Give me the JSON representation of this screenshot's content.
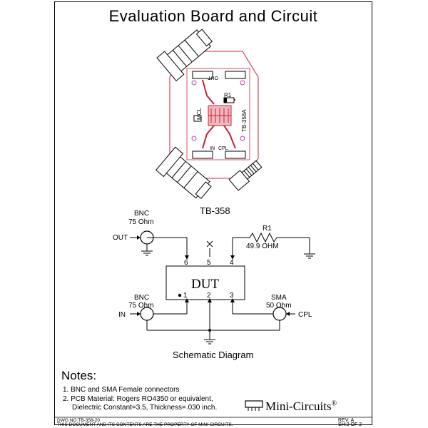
{
  "title": "Evaluation Board and Circuit",
  "board": {
    "label": "TB-358",
    "silk_out": "OUT",
    "silk_r1": "R1",
    "silk_mcl": "MCL",
    "silk_tb": "TB-358A",
    "silk_in": "IN",
    "silk_cpl": "CPL"
  },
  "schematic": {
    "caption": "Schematic Diagram",
    "dut_label": "DUT",
    "pins": [
      "1",
      "2",
      "3",
      "4",
      "5",
      "6"
    ],
    "out_connector": {
      "type": "BNC",
      "impedance": "75 Ohm",
      "port": "OUT"
    },
    "in_connector": {
      "type": "BNC",
      "impedance": "75 Ohm",
      "port": "IN"
    },
    "cpl_connector": {
      "type": "SMA",
      "impedance": "50 Ohm",
      "port": "CPL"
    },
    "resistor": {
      "name": "R1",
      "value": "49.9 OHM"
    }
  },
  "notes": {
    "heading": "Notes:",
    "items": [
      "1. BNC and SMA Female connectors",
      "2. PCB Material: Rogers RO4350 or equivalent,",
      "Dielectric Constant=3.5, Thickness=.030 inch."
    ]
  },
  "logo": {
    "text": "Mini-Circuits",
    "mark": "®"
  },
  "footer": {
    "dwg_no": "DWG NO:TB-358-20",
    "property": "THIS DOCUMENT AND ITS CONTENTS ARE THE PROPERTY OF MINI-CIRCUITS.",
    "rev": "REV: A",
    "sheet": "SH:2 OF 2"
  },
  "colors": {
    "board_outline": "#e05060",
    "trace": "#c8202a",
    "pad": "#f0b8c0"
  }
}
